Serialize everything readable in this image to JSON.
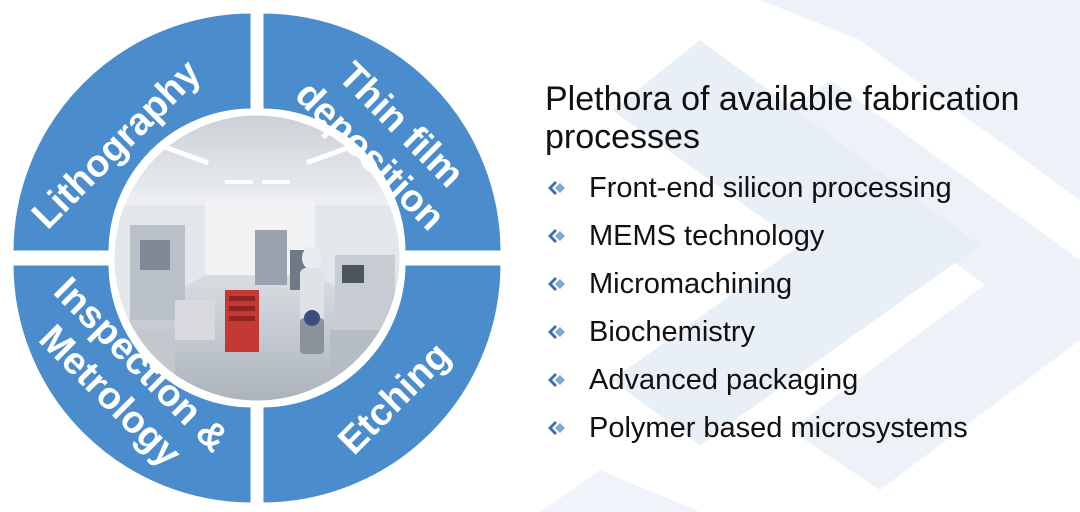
{
  "colors": {
    "quadrant_fill": "#4a8ccc",
    "quadrant_stroke": "#ffffff",
    "text_dark": "#111111",
    "watermark": "#dfe8f3",
    "bullet_icon": "#3d6fb0"
  },
  "diagram": {
    "center_image": "cleanroom-photo",
    "quadrants": [
      {
        "id": "lithography",
        "label": "Lithography"
      },
      {
        "id": "thin-film",
        "label_lines": [
          "Thin film",
          "deposition"
        ]
      },
      {
        "id": "inspection",
        "label_lines": [
          "Inspection &",
          "Metrology"
        ]
      },
      {
        "id": "etching",
        "label": "Etching"
      }
    ]
  },
  "text": {
    "heading": "Plethora of available fabrication processes",
    "bullet_icon": "diamond-arrow-icon",
    "items": [
      "Front-end silicon processing",
      "MEMS technology",
      "Micromachining",
      "Biochemistry",
      "Advanced packaging",
      "Polymer based microsystems"
    ]
  }
}
